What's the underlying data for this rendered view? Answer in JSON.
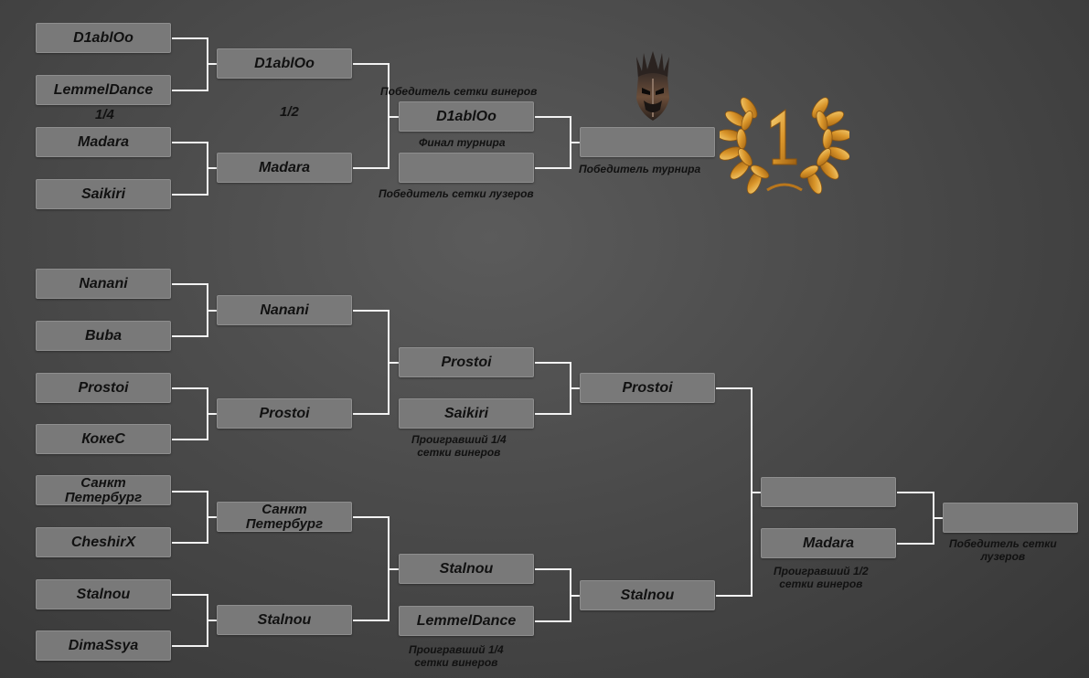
{
  "upper_bracket": {
    "round1": [
      "D1ablOo",
      "LemmelDance",
      "Madara",
      "Saikiri"
    ],
    "round2": [
      "D1ablOo",
      "Madara"
    ],
    "final_left": [
      "D1ablOo",
      ""
    ],
    "champion": "",
    "round_labels": {
      "quarter": "1/4",
      "semi": "1/2"
    },
    "labels": {
      "winners_bracket_winner": "Победитель сетки винеров",
      "tournament_final": "Финал турнира",
      "losers_bracket_winner": "Победитель сетки лузеров",
      "tournament_winner": "Победитель турнира"
    }
  },
  "lower_bracket": {
    "round1": [
      "Nanani",
      "Buba",
      "Prostoi",
      "КокеС",
      "Санкт Петербург",
      "CheshirX",
      "Stalnou",
      "DimaSsya"
    ],
    "round2": [
      "Nanani",
      "Prostoi",
      "Санкт Петербург",
      "Stalnou"
    ],
    "round3": [
      "Prostoi",
      "Saikiri",
      "Stalnou",
      "LemmelDance"
    ],
    "round4": [
      "Prostoi",
      "Stalnou"
    ],
    "round5": [
      "",
      "Madara"
    ],
    "final": "",
    "labels": {
      "loser_quarter_a": "Проигравший  1/4\nсетки винеров",
      "loser_quarter_b": "Проигравший 1/4\nсетки винеров",
      "loser_semi": "Проигравший 1/2\nсетки винеров",
      "losers_bracket_winner": "Победитель сетки\nлузеров"
    }
  },
  "icons": [
    "helmet-icon",
    "laurel-first-place-icon"
  ],
  "colors": {
    "background": "#4a4a4a",
    "box": "#797979",
    "line": "#ffffff",
    "gold": "#d9a034"
  }
}
